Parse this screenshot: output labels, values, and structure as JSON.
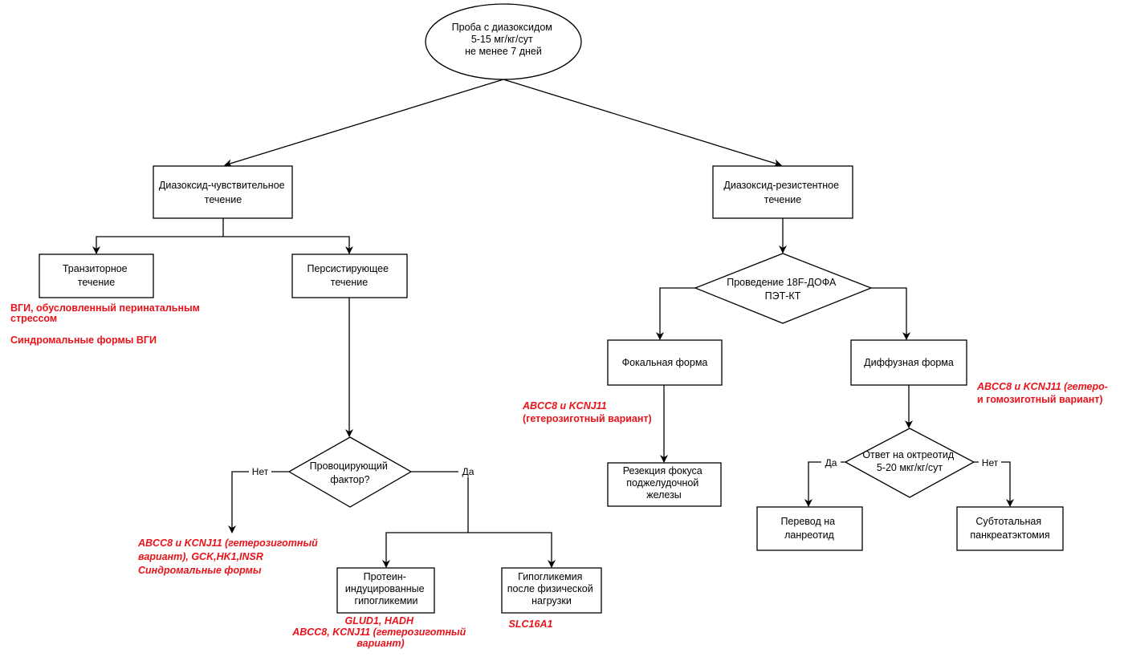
{
  "nodes": {
    "start": [
      "Проба с диазоксидом",
      "5-15 мг/кг/сут",
      "не менее 7 дней"
    ],
    "sensitive": [
      "Диазоксид-чувствительное",
      "течение"
    ],
    "resistant": [
      "Диазоксид-резистентное",
      "течение"
    ],
    "transient": [
      "Транзиторное",
      "течение"
    ],
    "persistent": [
      "Персистирующее",
      "течение"
    ],
    "provoking": [
      "Провоцирующий",
      "фактор?"
    ],
    "protein": [
      "Протеин-",
      "индуцированные",
      "гипогликемии"
    ],
    "exercise": [
      "Гипогликемия",
      "после физической",
      "нагрузки"
    ],
    "pet": [
      "Проведение 18F-ДОФА",
      "ПЭТ-КТ"
    ],
    "focal": [
      "Фокальная форма"
    ],
    "diffuse": [
      "Диффузная форма"
    ],
    "resection": [
      "Резекция фокуса",
      "поджелудочной",
      "железы"
    ],
    "octreotide": [
      "Ответ на октреотид",
      "5-20 мкг/кг/сут"
    ],
    "lanreotide": [
      "Перевод на",
      "ланреотид"
    ],
    "subtotal": [
      "Субтотальная",
      "панкреатэктомия"
    ]
  },
  "edge_labels": {
    "provoking_no": "Нет",
    "provoking_yes": "Да",
    "octreotide_yes": "Да",
    "octreotide_no": "Нет"
  },
  "notes": {
    "transient": [
      "ВГИ, обусловленный перинатальным",
      "стрессом",
      "",
      "Синдромальные формы ВГИ"
    ],
    "provoking_no": [
      "ABCC8 и KCNJ11 (гетерозиготный",
      "вариант), GCK,HK1,INSR",
      "Синдромальные формы"
    ],
    "protein": [
      "GLUD1, HADH",
      "ABCC8, KCNJ11 (гетерозиготный",
      "вариант)"
    ],
    "exercise": [
      "SLC16A1"
    ],
    "focal": [
      "ABCC8 и KCNJ11",
      "(гетерозиготный вариант)"
    ],
    "diffuse": [
      "ABCC8 и KCNJ11 (гетеро-",
      "и гомозиготный вариант)"
    ]
  },
  "colors": {
    "note": "#e8121a",
    "stroke": "#000000",
    "fill": "#ffffff"
  }
}
